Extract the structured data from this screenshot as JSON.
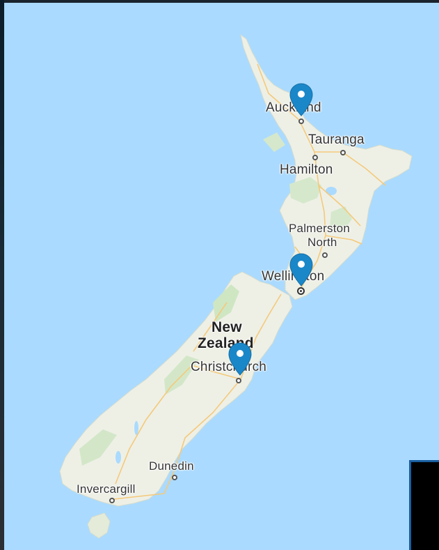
{
  "map": {
    "country_label_line1": "New",
    "country_label_line2": "Zealand",
    "colors": {
      "water": "#aadaff",
      "land": "#eef0e6",
      "vegetation": "#cfe6c3",
      "roads": "#f5c97a",
      "marker": "#1a87c9"
    }
  },
  "cities": {
    "auckland": "Auckland",
    "tauranga": "Tauranga",
    "hamilton": "Hamilton",
    "palmerston_line1": "Palmerston",
    "palmerston_line2": "North",
    "wellington": "Wellington",
    "christchurch": "Christchurch",
    "dunedin": "Dunedin",
    "invercargill": "Invercargill"
  },
  "markers": [
    {
      "city": "Auckland",
      "icon": "map-pin-icon"
    },
    {
      "city": "Wellington",
      "icon": "map-pin-icon"
    },
    {
      "city": "Christchurch",
      "icon": "map-pin-icon"
    }
  ]
}
